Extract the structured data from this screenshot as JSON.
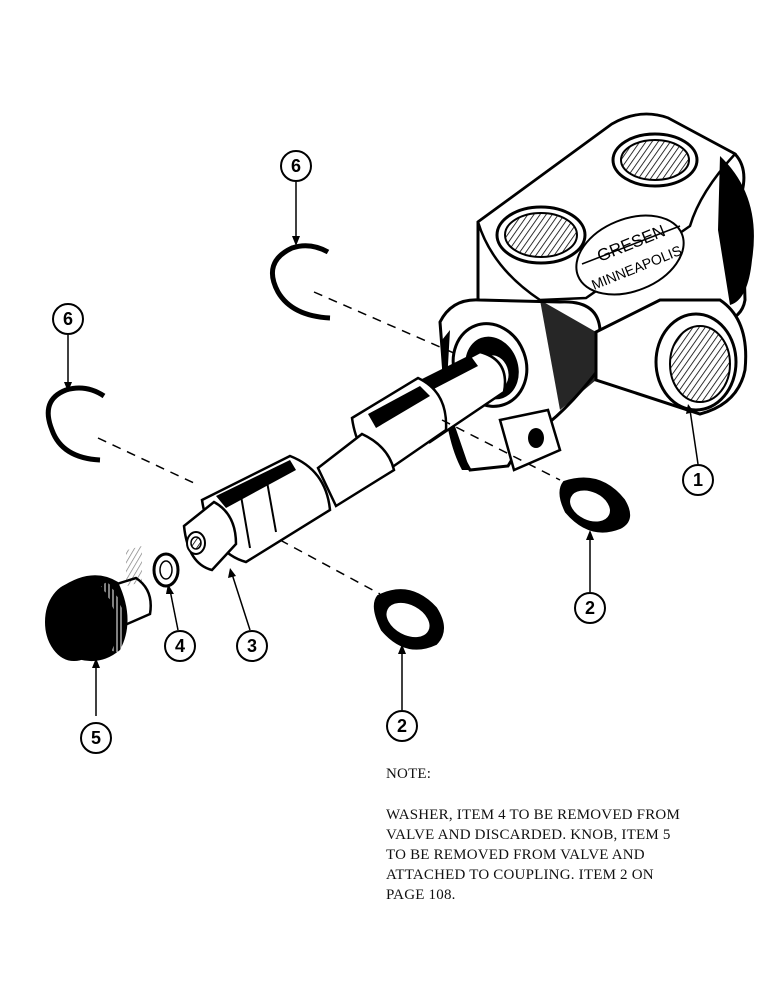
{
  "callouts": [
    {
      "id": "1",
      "label": "1"
    },
    {
      "id": "2a",
      "label": "2"
    },
    {
      "id": "2b",
      "label": "2"
    },
    {
      "id": "3",
      "label": "3"
    },
    {
      "id": "4",
      "label": "4"
    },
    {
      "id": "5",
      "label": "5"
    },
    {
      "id": "6a",
      "label": "6"
    },
    {
      "id": "6b",
      "label": "6"
    }
  ],
  "brand": {
    "line1": "GRESEN",
    "line2": "MINNEAPOLIS"
  },
  "note": {
    "title": "NOTE:",
    "lines": [
      "WASHER, ITEM 4 TO BE REMOVED FROM",
      "VALVE AND DISCARDED.  KNOB, ITEM 5",
      "TO BE REMOVED FROM VALVE AND",
      "ATTACHED TO COUPLING.  ITEM 2 ON",
      "PAGE 108."
    ]
  }
}
